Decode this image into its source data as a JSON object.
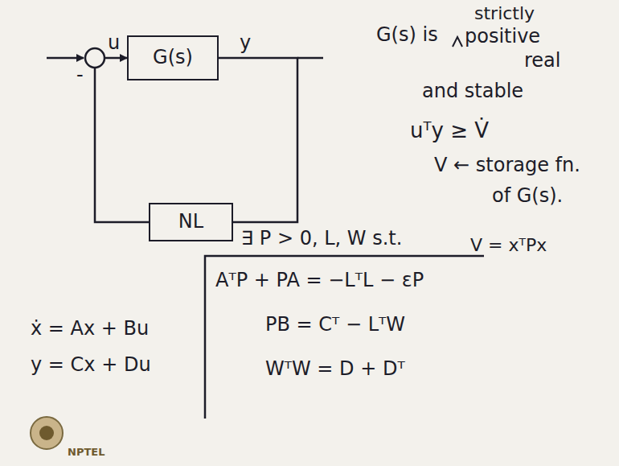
{
  "diagram": {
    "nodes": [
      {
        "text": [
          "G(s)"
        ]
      },
      {
        "text": [
          "NL"
        ]
      }
    ],
    "edges": [
      {
        "from": 0,
        "to": 1,
        "arrow": "none"
      },
      {
        "from": 1,
        "to": 0,
        "arrow": "to"
      }
    ],
    "labels": [
      "-",
      "u",
      "y",
      "G(s) is",
      "strictly",
      "positive",
      "real",
      "and stable",
      "uᵀy ≥ V̇",
      "V ← storage fn.",
      "of G(s).",
      "ẋ = Ax + Bu",
      "y = Cx + Du",
      "∃ P > 0, L, W s.t.",
      "V = xᵀPx",
      "AᵀP + PA = −LᵀL − εP",
      "PB = Cᵀ − LᵀW",
      "WᵀW = D + Dᵀ",
      "NPTEL"
    ]
  }
}
